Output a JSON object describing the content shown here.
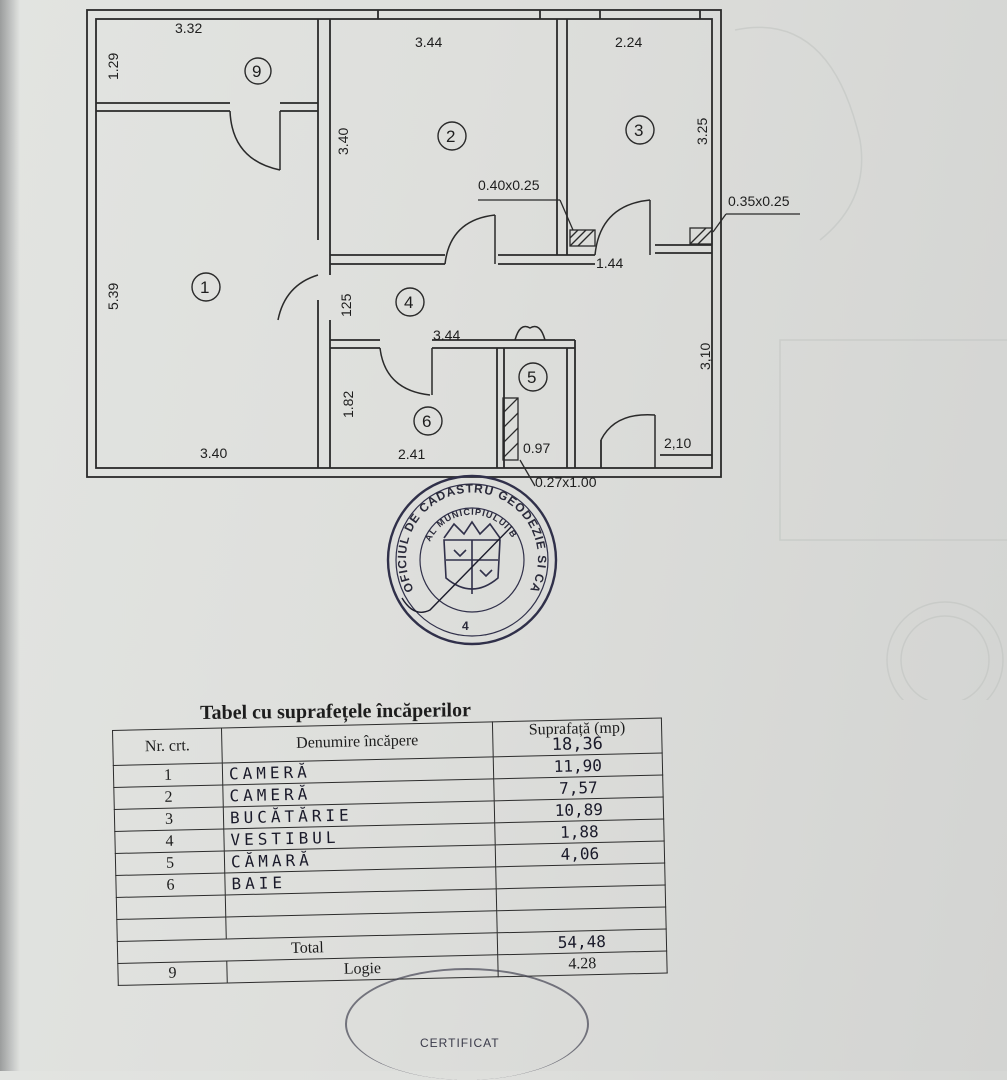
{
  "plan": {
    "rooms": [
      {
        "num": "1"
      },
      {
        "num": "2"
      },
      {
        "num": "3"
      },
      {
        "num": "4"
      },
      {
        "num": "5"
      },
      {
        "num": "6"
      },
      {
        "num": "9"
      }
    ],
    "dimensions": {
      "d332": "3.32",
      "d129": "1.29",
      "d344_top": "3.44",
      "d224": "2.24",
      "d340_v": "3.40",
      "d325": "3.25",
      "d040": "0.40x0.25",
      "d035": "0.35x0.25",
      "d144": "1.44",
      "d539": "5.39",
      "d125": "125",
      "d344_mid": "3.44",
      "d310": "3,10",
      "d182": "1.82",
      "d340_bottom": "3.40",
      "d241": "2.41",
      "d097": "0.97",
      "d210": "2,10",
      "d027": "0.27x1.00"
    },
    "stamp": {
      "ring_text": "OFICIUL DE CADASTRU GEODEZIE SI CARTOGRAFIE",
      "inner_text": "AL MUNICIPIULUI BUCURESTI",
      "number": "4"
    }
  },
  "table": {
    "title": "Tabel cu suprafețele încăperilor",
    "headers": {
      "nr": "Nr. crt.",
      "name": "Denumire încăpere",
      "area": "Suprafață (mp)"
    },
    "header_area_value": "18,36",
    "rows": [
      {
        "nr": "1",
        "name": "CAMERĂ",
        "area": "11,90"
      },
      {
        "nr": "2",
        "name": "CAMERĂ",
        "area": "7,57"
      },
      {
        "nr": "3",
        "name": "BUCĂTĂRIE",
        "area": "10,89"
      },
      {
        "nr": "4",
        "name": "VESTIBUL",
        "area": "1,88"
      },
      {
        "nr": "5",
        "name": "CĂMARĂ",
        "area": "4,06"
      },
      {
        "nr": "6",
        "name": "BAIE",
        "area": ""
      }
    ],
    "total_label": "Total",
    "total_value": "54,48",
    "loggia_nr": "9",
    "loggia_label": "Logie",
    "loggia_value": "4.28",
    "certificate_text": "CERTIFICAT"
  }
}
